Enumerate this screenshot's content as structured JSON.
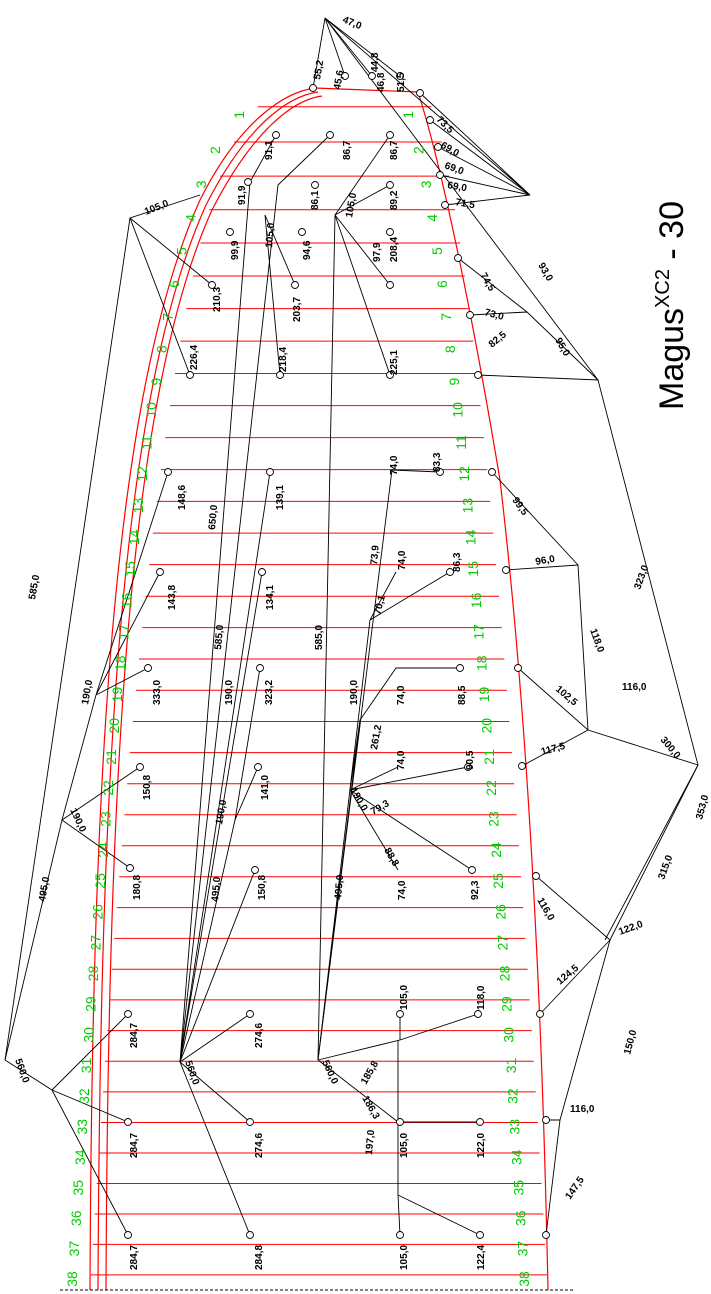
{
  "title": {
    "main": "Magus",
    "superscript": "XC2",
    "suffix": " - 30"
  },
  "colors": {
    "ribs": "#ff0000",
    "rib_numbers": "#00cc00",
    "lines": "#000000",
    "background": "#ffffff"
  },
  "rib_numbers": [
    "1",
    "2",
    "3",
    "4",
    "5",
    "6",
    "7",
    "8",
    "9",
    "10",
    "11",
    "12",
    "13",
    "14",
    "15",
    "16",
    "17",
    "18",
    "19",
    "20",
    "21",
    "22",
    "23",
    "24",
    "25",
    "26",
    "27",
    "28",
    "29",
    "30",
    "31",
    "32",
    "33",
    "34",
    "35",
    "36",
    "37",
    "38"
  ],
  "line_labels": {
    "l_47_0": "47,0",
    "l_55_2": "55,2",
    "l_44_8": "44,8",
    "l_45_6": "45,6",
    "l_46_8": "46,8",
    "l_51_5": "51,5",
    "l_91_1": "91,1",
    "l_86_7a": "86,7",
    "l_86_7b": "86,7",
    "l_73_5": "73,5",
    "l_69_0a": "69,0",
    "l_69_0b": "69,0",
    "l_69_0c": "69,0",
    "l_105_0a": "105,0",
    "l_91_9": "91,9",
    "l_86_1": "86,1",
    "l_105_0b": "105,0",
    "l_89_2": "89,2",
    "l_71_5": "71,5",
    "l_99_9": "99,9",
    "l_105_0c": "105,0",
    "l_94_6": "94,6",
    "l_97_9": "97,9",
    "l_93_0": "93,0",
    "l_210_3": "210,3",
    "l_203_7": "203,7",
    "l_208_4": "208,4",
    "l_74_5": "74,5",
    "l_73_0": "73,0",
    "l_226_4": "226,4",
    "l_218_4": "218,4",
    "l_225_1": "225,1",
    "l_82_5": "82,5",
    "l_95_0": "95,0",
    "l_148_6": "148,6",
    "l_139_1": "139,1",
    "l_74_0a": "74,0",
    "l_83_3": "83,3",
    "l_650_0": "650,0",
    "l_99_5": "99,5",
    "l_585_0a": "585,0",
    "l_143_8": "143,8",
    "l_134_1": "134,1",
    "l_73_9": "73,9",
    "l_74_0b": "74,0",
    "l_86_3": "86,3",
    "l_96_0": "96,0",
    "l_585_0b": "585,0",
    "l_585_0c": "585,0",
    "l_70_1": "70,1",
    "l_323_0": "323,0",
    "l_118_0a": "118,0",
    "l_190_0a": "190,0",
    "l_333_0": "333,0",
    "l_190_0b": "190,0",
    "l_323_2": "323,2",
    "l_190_0c": "190,0",
    "l_74_0c": "74,0",
    "l_88_5": "88,5",
    "l_261_2": "261,2",
    "l_102_5": "102,5",
    "l_116_0a": "116,0",
    "l_150_8a": "150,8",
    "l_141_0": "141,0",
    "l_74_0d": "74,0",
    "l_90_5": "90,5",
    "l_117_5": "117,5",
    "l_300_0": "300,0",
    "l_190_0d": "190,0",
    "l_190_0e": "190,0",
    "l_79_3": "79,3",
    "l_190_0f": "190,0",
    "l_88_8": "88,8",
    "l_495_0a": "495,0",
    "l_180_8": "180,8",
    "l_150_8b": "150,8",
    "l_495_0b": "495,0",
    "l_495_0c": "495,0",
    "l_74_0e": "74,0",
    "l_92_3": "92,3",
    "l_353_0": "353,0",
    "l_315_0": "315,0",
    "l_116_0b": "116,0",
    "l_122_0a": "122,0",
    "l_105_0d": "105,0",
    "l_118_0b": "118,0",
    "l_284_7a": "284,7",
    "l_274_6a": "274,6",
    "l_124_5": "124,5",
    "l_150_0": "150,0",
    "l_560_0a": "560,0",
    "l_560_0b": "560,0",
    "l_560_0c": "560,0",
    "l_185_8": "185,8",
    "l_284_7b": "284,7",
    "l_274_6b": "274,6",
    "l_186_3": "186,3",
    "l_105_0e": "105,0",
    "l_122_0b": "122,0",
    "l_116_0c": "116,0",
    "l_197_0": "197,0",
    "l_284_7c": "284,7",
    "l_284_8": "284,8",
    "l_105_0f": "105,0",
    "l_122_4": "122,4",
    "l_147_5": "147,5"
  }
}
